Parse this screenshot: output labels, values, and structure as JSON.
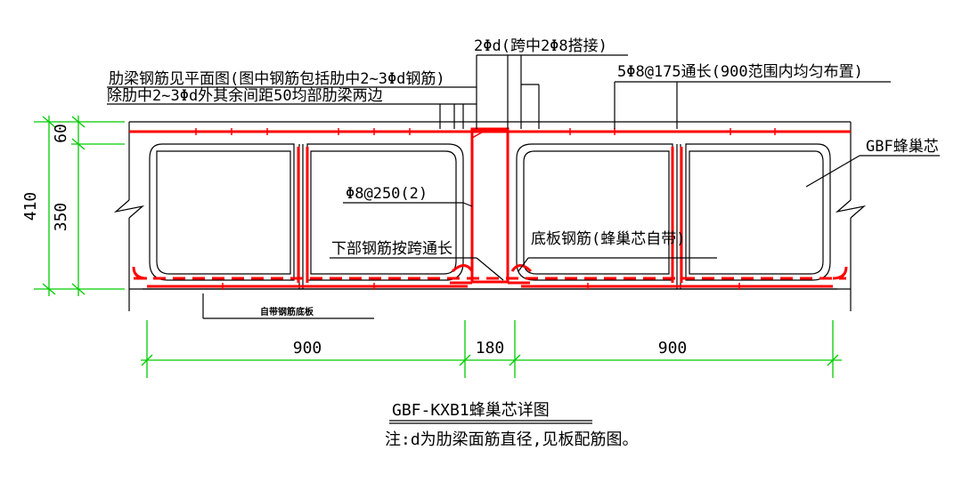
{
  "labels": {
    "top_left_line1": "肋梁钢筋见平面图(图中钢筋包括肋中2~3Φd钢筋)",
    "top_left_line2": "除肋中2~3Φd外其余间距50均部肋梁两边",
    "top_center": "2Φd(跨中2Φ8搭接)",
    "top_right": "5Φ8@175通长(900范围内均匀布置)",
    "core_label": "GBF蜂巢芯",
    "stirrup_label": "Φ8@250(2)",
    "bottom_bar_label": "下部钢筋按跨通长",
    "bottom_anchor_label": "底板钢筋(蜂巢芯自带)",
    "self_slab_label": "自带钢筋底板"
  },
  "dimensions": {
    "total_height": "410",
    "top_slab": "60",
    "core_height": "350",
    "left_width": "900",
    "rib_width": "180",
    "right_width": "900"
  },
  "title": {
    "name": "GBF-KXB1蜂巢芯详图",
    "note": "注:d为肋梁面筋直径,见板配筋图。"
  },
  "colors": {
    "outline": "#000000",
    "rebar": "#ff0000",
    "dimension": "#00cc00"
  }
}
